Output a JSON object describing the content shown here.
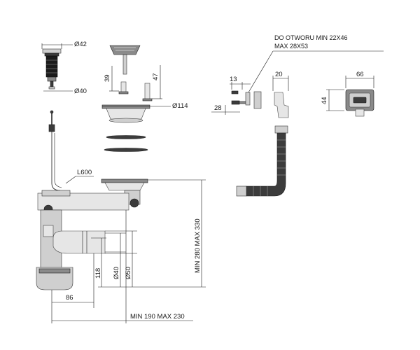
{
  "drawing": {
    "dimensions": {
      "plug_diameter": "Ø42",
      "plug_base_diameter": "Ø40",
      "screw_short_length": "39",
      "screw_long_length": "47",
      "flange_diameter": "Ø114",
      "cable_length": "L600",
      "height_range": "MIN 280 MAX 330",
      "siphon_height": "118",
      "outlet_diameter_small": "Ø40",
      "outlet_diameter_large": "Ø50",
      "offset_86": "86",
      "width_range": "MIN 190 MAX 230",
      "overflow_13": "13",
      "overflow_28": "28",
      "overflow_20": "20",
      "cover_width": "66",
      "cover_height": "44"
    },
    "notes": {
      "hole_line1": "DO OTWORU MIN 22X46",
      "hole_line2": "MAX 28X53"
    }
  }
}
